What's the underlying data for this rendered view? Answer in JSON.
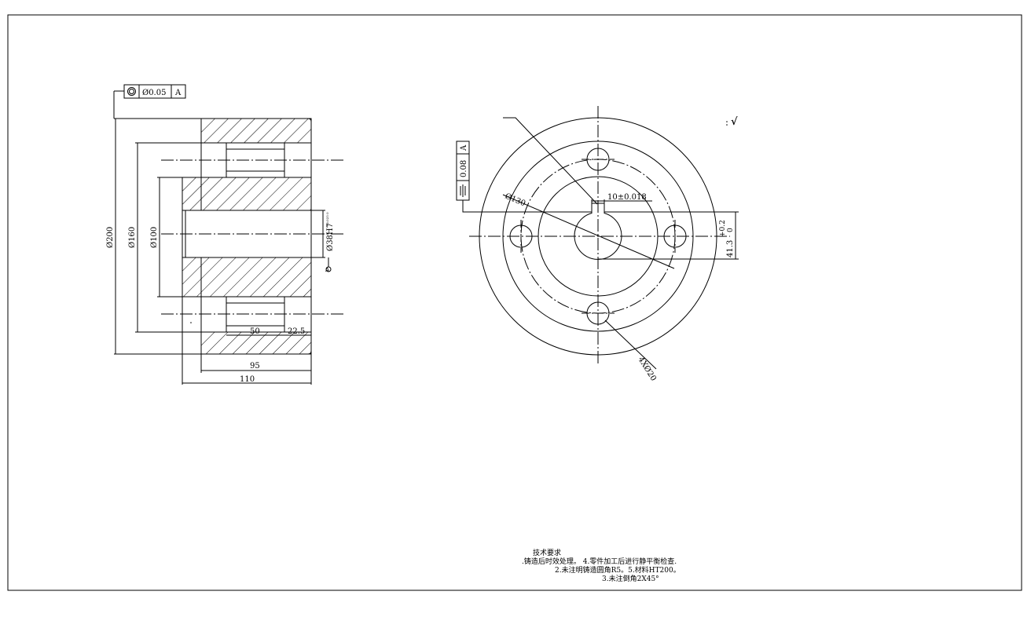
{
  "gdt_coaxiality": {
    "tolerance": "Ø0.05",
    "datum": "A"
  },
  "gdt_symmetry": {
    "tolerance": "0.08",
    "datum": "A"
  },
  "section_view": {
    "dims": {
      "d200": "Ø200",
      "d160": "Ø160",
      "d100": "Ø100",
      "bore": "Ø38H7",
      "bore_tol": "+0.025 0",
      "len95": "95",
      "len110": "110",
      "len50": "50",
      "len22_5": "22.5"
    }
  },
  "front_view": {
    "dims": {
      "d130": "Ø130",
      "keyway_width": "10±0.018",
      "keyway_depth": "41.3",
      "keyway_tol_upper": "+0.2",
      "keyway_tol_lower": "0",
      "holes": "4XØ20"
    }
  },
  "roughness_symbol": "√",
  "tech_requirements": {
    "title": "技术要求",
    "line1": ".铸造后时效处理。   4.零件加工后进行静平衡检查.",
    "line2": "2.未注明铸造圆角R5。5.材料HT200。",
    "line3": "3.未注倒角2X45°"
  }
}
